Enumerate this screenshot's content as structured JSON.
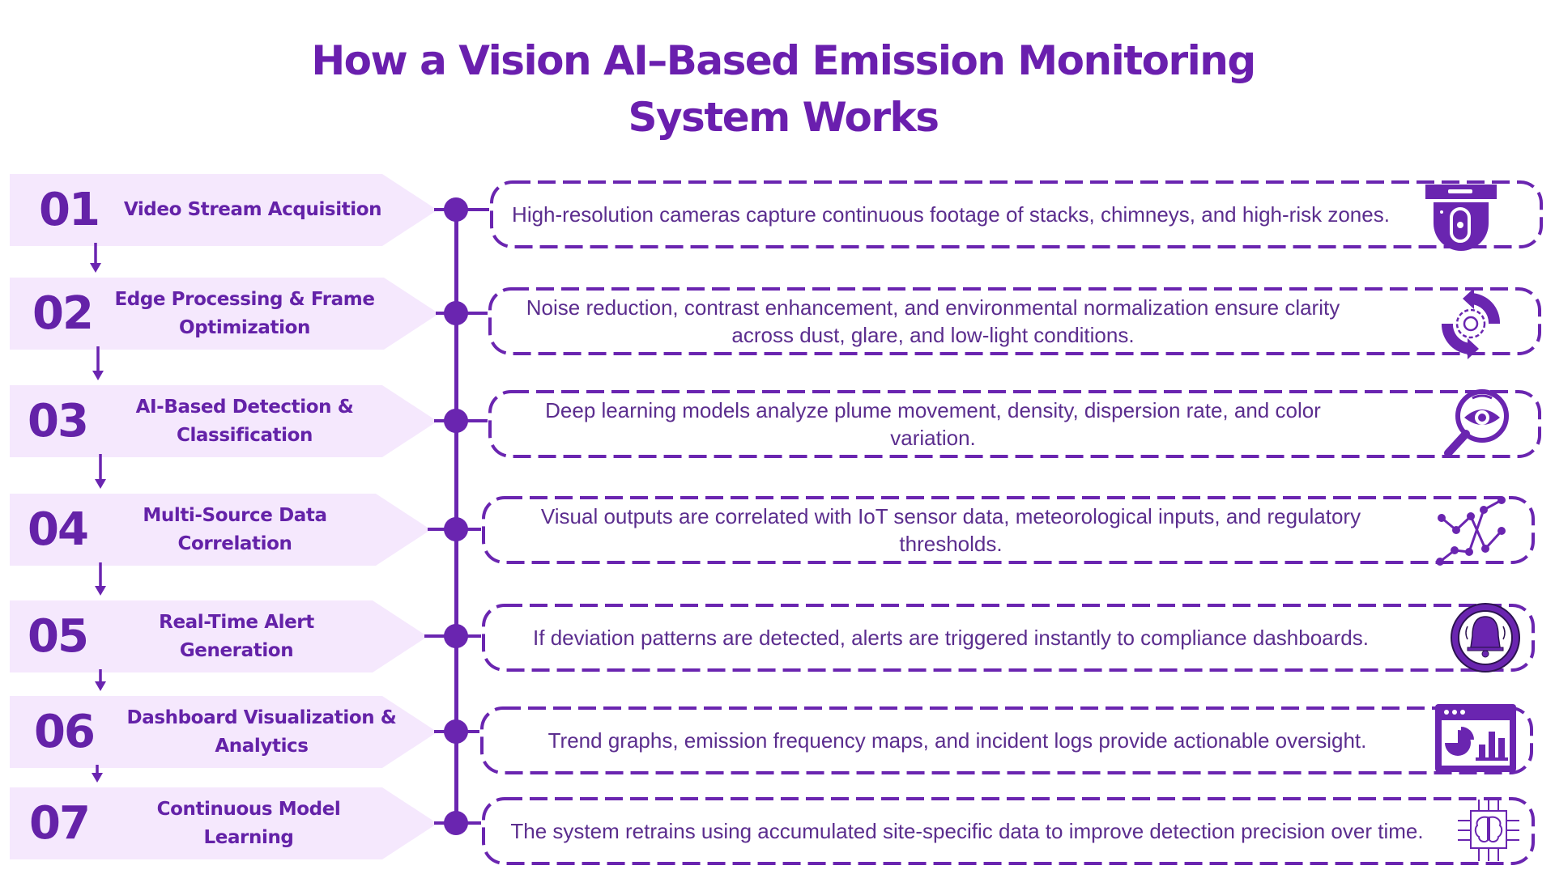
{
  "title": {
    "line1": "How a Vision AI–Based Emission Monitoring",
    "line2": "System Works"
  },
  "colors": {
    "primary": "#6a25b0",
    "band_fill": "#f5e8fd",
    "text_dark": "#5b2d8e"
  },
  "steps": [
    {
      "number": "01",
      "label": "Video Stream Acquisition",
      "description": "High-resolution cameras capture continuous footage of stacks, chimneys, and high-risk zones.",
      "icon": "security-camera-icon"
    },
    {
      "number": "02",
      "label": "Edge Processing & Frame Optimization",
      "description": "Noise reduction, contrast enhancement, and environmental normalization ensure clarity across dust, glare, and low-light conditions.",
      "icon": "gear-refresh-icon"
    },
    {
      "number": "03",
      "label": "AI-Based Detection & Classification",
      "description": "Deep learning models analyze plume movement, density, dispersion rate, and color variation.",
      "icon": "eye-magnifier-icon"
    },
    {
      "number": "04",
      "label": "Multi-Source Data Correlation",
      "description": "Visual outputs are correlated with IoT sensor data, meteorological inputs, and regulatory thresholds.",
      "icon": "data-correlation-icon"
    },
    {
      "number": "05",
      "label": "Real-Time Alert Generation",
      "description": "If deviation patterns are detected, alerts are triggered instantly to compliance dashboards.",
      "icon": "alarm-bell-icon"
    },
    {
      "number": "06",
      "label": "Dashboard Visualization & Analytics",
      "description": "Trend graphs, emission frequency maps, and incident logs provide actionable oversight.",
      "icon": "analytics-dashboard-icon"
    },
    {
      "number": "07",
      "label": "Continuous Model Learning",
      "description": "The system retrains using accumulated site-specific data to improve detection precision over time.",
      "icon": "ai-chip-brain-icon"
    }
  ]
}
